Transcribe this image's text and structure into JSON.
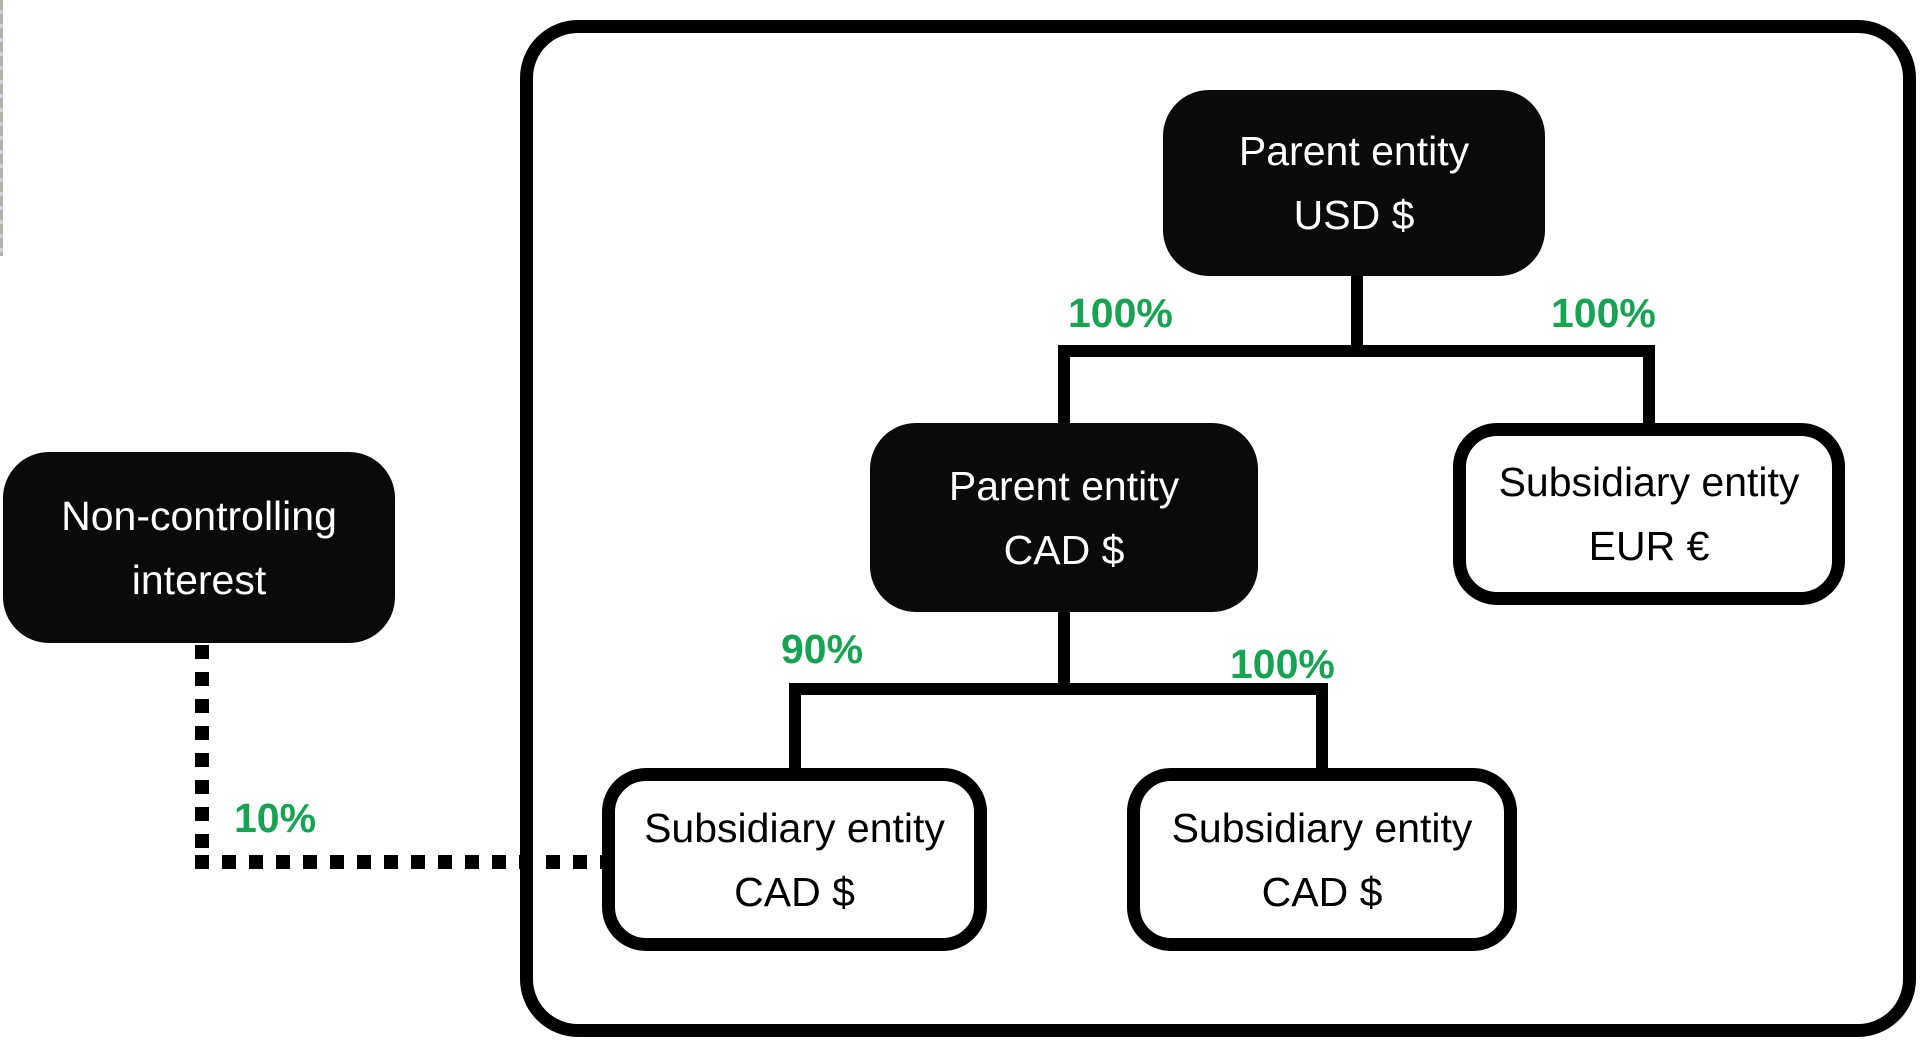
{
  "colors": {
    "accent_green": "#16A453",
    "node_black": "#0a0a0a",
    "line_black": "#000000",
    "background": "#ffffff"
  },
  "nodes": {
    "parent_usd": {
      "title": "Parent entity",
      "currency": "USD $"
    },
    "parent_cad": {
      "title": "Parent entity",
      "currency": "CAD $"
    },
    "sub_eur": {
      "title": "Subsidiary entity",
      "currency": "EUR €"
    },
    "sub_cad_left": {
      "title": "Subsidiary entity",
      "currency": "CAD $"
    },
    "sub_cad_right": {
      "title": "Subsidiary entity",
      "currency": "CAD $"
    },
    "nci": {
      "line1": "Non-controlling",
      "line2": "interest"
    }
  },
  "edges": {
    "usd_to_cad": {
      "label": "100%",
      "style": "solid"
    },
    "usd_to_eur": {
      "label": "100%",
      "style": "solid"
    },
    "cad_to_cad_left": {
      "label": "90%",
      "style": "solid"
    },
    "cad_to_cad_right": {
      "label": "100%",
      "style": "solid"
    },
    "nci_to_cad_left": {
      "label": "10%",
      "style": "dotted"
    }
  }
}
